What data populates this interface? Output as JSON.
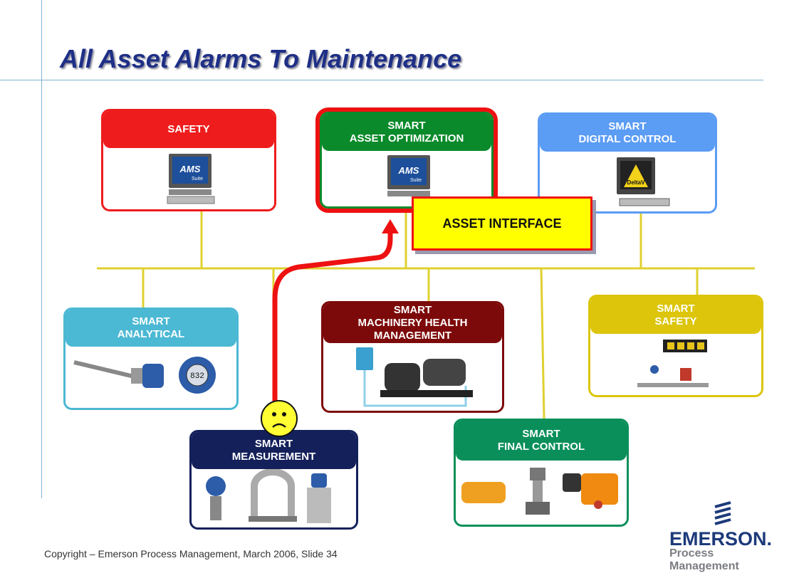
{
  "slide": {
    "title": "All Asset Alarms To Maintenance",
    "copyright": "Copyright – Emerson Process Management, March 2006, Slide 34"
  },
  "boxes": {
    "safety": {
      "lines": [
        "SAFETY"
      ],
      "color": "#ee1c1c"
    },
    "asset_optimization": {
      "lines": [
        "SMART",
        "ASSET OPTIMIZATION"
      ],
      "color": "#0a8a2a",
      "highlight": "#ee1111"
    },
    "digital_control": {
      "lines": [
        "SMART",
        "DIGITAL CONTROL"
      ],
      "color": "#5b9cf4"
    },
    "analytical": {
      "lines": [
        "SMART",
        "ANALYTICAL"
      ],
      "color": "#4bb8d4"
    },
    "machinery_health": {
      "lines": [
        "SMART",
        "MACHINERY HEALTH",
        "MANAGEMENT"
      ],
      "color": "#7d0a0a"
    },
    "smart_safety": {
      "lines": [
        "SMART",
        "SAFETY"
      ],
      "color": "#dcc50a"
    },
    "measurement": {
      "lines": [
        "SMART",
        "MEASUREMENT"
      ],
      "color": "#14205a"
    },
    "final_control": {
      "lines": [
        "SMART",
        "FINAL CONTROL"
      ],
      "color": "#0a8f5a"
    }
  },
  "asset_interface": {
    "label": "ASSET INTERFACE"
  },
  "screens": {
    "ams_top": "AMS",
    "ams_sub": "Suite",
    "deltav": "DeltaV",
    "display_reading": "832"
  },
  "logo": {
    "brand": "EMERSON.",
    "subtitle": "Process Management"
  },
  "colors": {
    "bus": "#e0d030",
    "title": "#1e2f86",
    "arrow": "#ee1111"
  }
}
